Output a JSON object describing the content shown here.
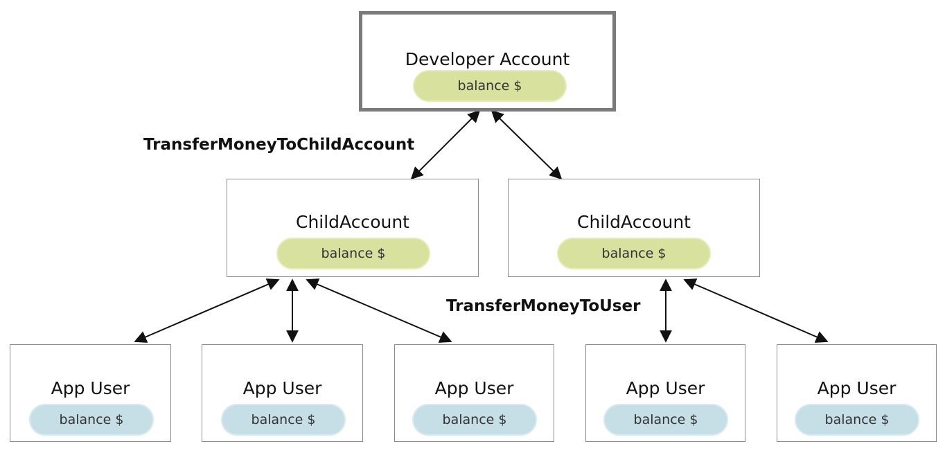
{
  "developer": {
    "title": "Developer Account",
    "balance": "balance $"
  },
  "children": [
    {
      "title": "ChildAccount",
      "balance": "balance $"
    },
    {
      "title": "ChildAccount",
      "balance": "balance $"
    }
  ],
  "users": [
    {
      "title": "App User",
      "balance": "balance $"
    },
    {
      "title": "App User",
      "balance": "balance $"
    },
    {
      "title": "App User",
      "balance": "balance $"
    },
    {
      "title": "App User",
      "balance": "balance $"
    },
    {
      "title": "App User",
      "balance": "balance $"
    }
  ],
  "labels": {
    "transfer_to_child": "TransferMoneyToChildAccount",
    "transfer_to_user": "TransferMoneyToUser"
  },
  "colors": {
    "developer_border": "#7b7b7b",
    "node_border": "#8a8a8a",
    "account_balance_fill": "#d8e19d",
    "user_balance_fill": "#c6dfe6",
    "arrow": "#111111"
  }
}
